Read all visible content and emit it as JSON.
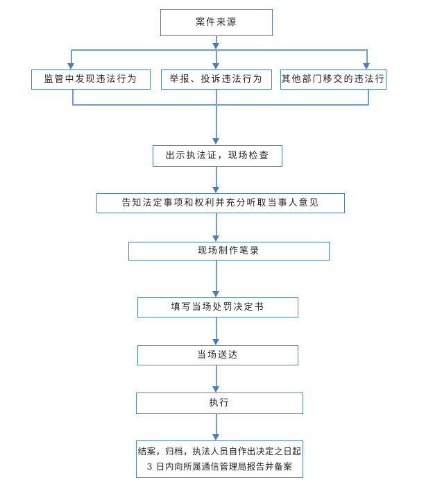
{
  "flowchart": {
    "nodes": {
      "case_source": "案件来源",
      "supervision": "监管中发现违法行为",
      "complaint": "举报、投诉违法行为",
      "transfer": "其他部门移交的违法行",
      "inspect": "出示执法证，现场检查",
      "inform": "告知法定事项和权利并充分听取当事人意见",
      "record": "现场制作笔录",
      "fill": "填写当场处罚决定书",
      "deliver": "当场送达",
      "execute": "执行",
      "closing_line1": "结案，归档，执法人员自作出决定之日起",
      "closing_line2": "3 日内向所属通信管理局报告并备案"
    },
    "edges": [
      {
        "from": "case_source",
        "to": "supervision"
      },
      {
        "from": "case_source",
        "to": "complaint"
      },
      {
        "from": "case_source",
        "to": "transfer"
      },
      {
        "from": "supervision",
        "to": "inspect"
      },
      {
        "from": "complaint",
        "to": "inspect"
      },
      {
        "from": "transfer",
        "to": "inspect"
      },
      {
        "from": "inspect",
        "to": "inform"
      },
      {
        "from": "inform",
        "to": "record"
      },
      {
        "from": "record",
        "to": "fill"
      },
      {
        "from": "fill",
        "to": "deliver"
      },
      {
        "from": "deliver",
        "to": "execute"
      },
      {
        "from": "execute",
        "to": "closing"
      }
    ]
  },
  "colors": {
    "border": "#4f81bd",
    "line": "#6f9bd1",
    "head": "#4a7ebb",
    "text": "#1f1f1f",
    "background": "#ffffff"
  }
}
